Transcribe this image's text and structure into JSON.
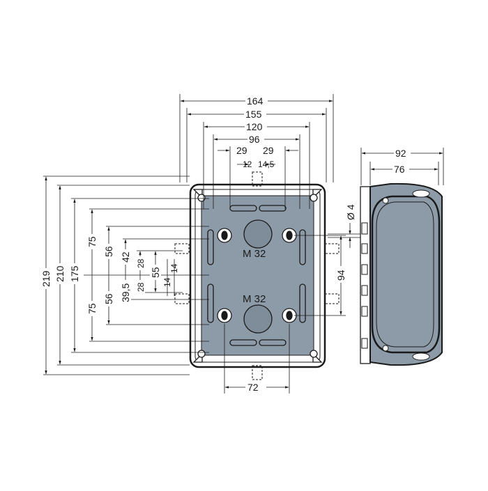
{
  "drawing": {
    "top_dimensions": {
      "d164": "164",
      "d155": "155",
      "d120": "120",
      "d96": "96",
      "d29_left": "29",
      "d29_right": "29",
      "d12": "12",
      "d14_5": "14,5"
    },
    "left_dimensions": {
      "d219": "219",
      "d210": "210",
      "d175": "175",
      "d75_top": "75",
      "d75_bottom": "75",
      "d56_top": "56",
      "d56_bottom": "56",
      "d42": "42",
      "d39_5": "39,5",
      "d28_top": "28",
      "d28_bottom": "28",
      "d55": "55",
      "d14_a": "14",
      "d14_b": "14"
    },
    "inner_labels": {
      "m32_top": "M 32",
      "m32_bottom": "M 32",
      "d94": "94",
      "phi4": "Ø 4",
      "d72": "72"
    },
    "side_dimensions": {
      "d92": "92",
      "d76": "76"
    },
    "colors": {
      "lid": "#8d9ba8",
      "line": "#1a1a1a",
      "background": "#ffffff"
    }
  }
}
